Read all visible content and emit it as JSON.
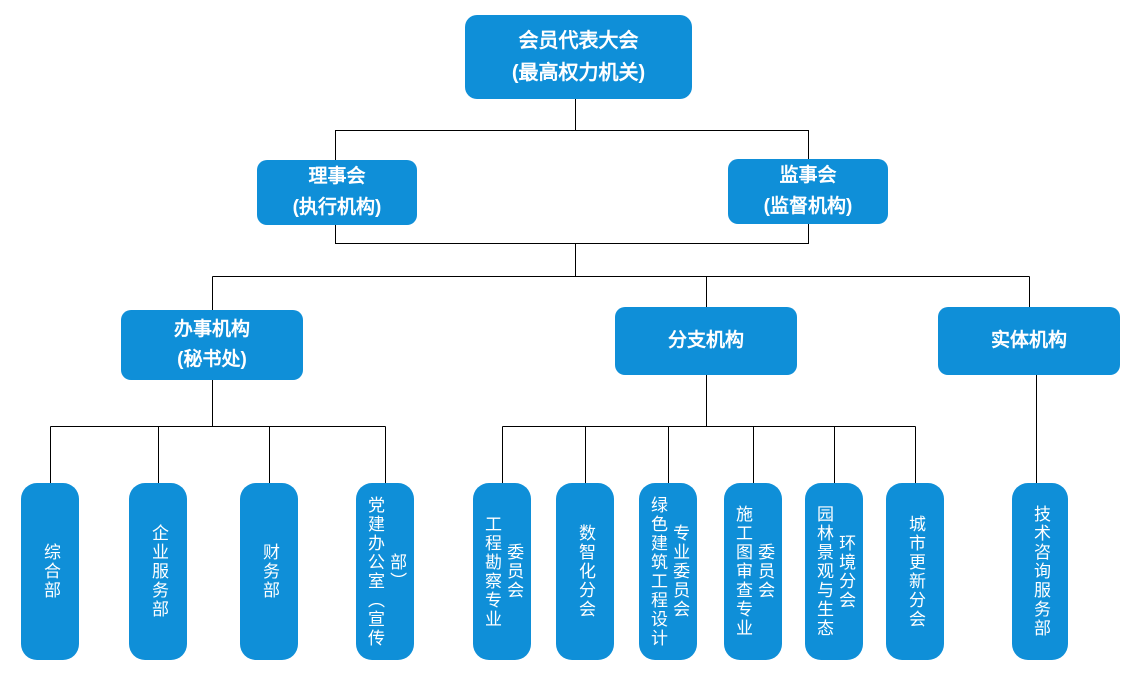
{
  "diagram": {
    "type": "organization-chart",
    "palette": {
      "node_fill": "#0F8FD8",
      "node_text": "#FFFFFF",
      "connector": "#000000",
      "background": "#FFFFFF"
    },
    "root": {
      "title": "会员代表大会",
      "subtitle": "(最高权力机关)"
    },
    "level2": [
      {
        "title": "理事会",
        "subtitle": "(执行机构)"
      },
      {
        "title": "监事会",
        "subtitle": "(监督机构)"
      }
    ],
    "level3": [
      {
        "title": "办事机构",
        "subtitle": "(秘书处)"
      },
      {
        "title": "分支机构",
        "subtitle": ""
      },
      {
        "title": "实体机构",
        "subtitle": ""
      }
    ],
    "office_children": [
      {
        "label": "综合部"
      },
      {
        "label": "企业服务部"
      },
      {
        "label": "财务部"
      },
      {
        "label": "党建办公室（宣传部）"
      }
    ],
    "branch_children": [
      {
        "label": "工程勘察专业\n委员会"
      },
      {
        "label": "数智化分会"
      },
      {
        "label": "绿色建筑工程设计\n专业委员会"
      },
      {
        "label": "施工图审查专业\n委员会"
      },
      {
        "label": "园林景观与生态\n环境分会"
      },
      {
        "label": "城市更新分会"
      }
    ],
    "entity_children": [
      {
        "label": "技术咨询服务部"
      }
    ]
  }
}
